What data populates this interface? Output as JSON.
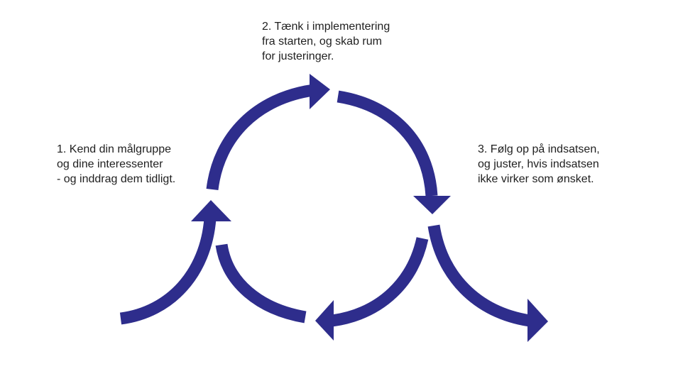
{
  "diagram": {
    "title": "Cycle of three steps",
    "arrow_color": "#2E2D8C",
    "steps": [
      {
        "number": "1",
        "lines": [
          "1. Kend din målgruppe",
          "og dine interessenter",
          "- og inddrag dem tidligt."
        ]
      },
      {
        "number": "2",
        "lines": [
          "2. Tænk i implementering",
          "fra starten, og skab rum",
          "for justeringer."
        ]
      },
      {
        "number": "3",
        "lines": [
          "3. Følg op på indsatsen,",
          "og juster, hvis indsatsen",
          "ikke virker som ønsket."
        ]
      }
    ]
  }
}
